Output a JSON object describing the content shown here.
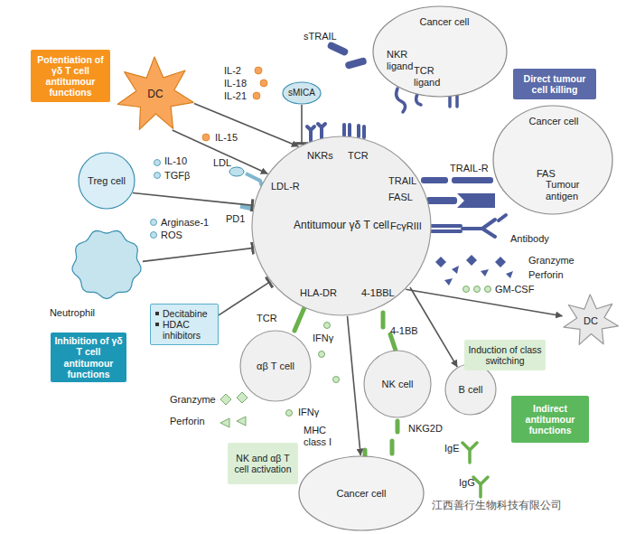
{
  "diagram": {
    "nodes": [
      {
        "text": [
          "Potentiation of γδ T cell antitumour functions"
        ]
      },
      {
        "text": [
          "DC"
        ]
      },
      {
        "text": [
          "Treg cell"
        ]
      },
      {
        "text": [
          "Neutrophil"
        ]
      },
      {
        "text": [
          "Inhibition of γδ T cell antitumour functions"
        ]
      },
      {
        "text": [
          "Decitabine",
          "HDAC inhibitors"
        ]
      },
      {
        "text": [
          "sMICA"
        ]
      },
      {
        "text": [
          "Cancer cell"
        ]
      },
      {
        "text": [
          "Direct tumour cell killing"
        ]
      },
      {
        "text": [
          "Cancer cell"
        ]
      },
      {
        "text": [
          "Antitumour γδ T cell"
        ]
      },
      {
        "text": [
          "DC"
        ]
      },
      {
        "text": [
          "αβ T cell"
        ]
      },
      {
        "text": [
          "NK cell"
        ]
      },
      {
        "text": [
          "B cell"
        ]
      },
      {
        "text": [
          "Induction of class switching"
        ]
      },
      {
        "text": [
          "Indirect antitumour functions"
        ]
      },
      {
        "text": [
          "NK and αβ T cell activation"
        ]
      },
      {
        "text": [
          "Cancer cell"
        ]
      }
    ],
    "edges": [
      {
        "from": 1,
        "to": 10,
        "arrow": "to"
      },
      {
        "from": 1,
        "to": 10,
        "arrow": "to"
      },
      {
        "from": 2,
        "to": 10,
        "arrow": "to"
      },
      {
        "from": 3,
        "to": 10,
        "arrow": "to"
      },
      {
        "from": 5,
        "to": 10,
        "arrow": "to"
      },
      {
        "from": 6,
        "to": 10,
        "arrow": "to"
      },
      {
        "from": 10,
        "to": 11,
        "arrow": "to"
      },
      {
        "from": 10,
        "to": 14,
        "arrow": "to"
      },
      {
        "from": 10,
        "to": 18,
        "arrow": "to"
      }
    ],
    "labels": [
      "IL-2",
      "IL-18",
      "IL-21",
      "IL-15",
      "sTRAIL",
      "NKR ligand",
      "TCR ligand",
      "NKRs",
      "TCR",
      "LDL",
      "LDL-R",
      "IL-10",
      "TGFβ",
      "PD1",
      "Arginase-1",
      "ROS",
      "TRAIL",
      "FASL",
      "TRAIL-R",
      "FAS",
      "Tumour antigen",
      "FcγRIII",
      "Antibody",
      "Granzyme",
      "Perforin",
      "GM-CSF",
      "HLA-DR",
      "4-1BBL",
      "TCR",
      "IFNγ",
      "4-1BB",
      "Granzyme",
      "Perforin",
      "IFNγ",
      "NKG2D",
      "MHC class I",
      "IgE",
      "IgG",
      "江西善行生物科技有限公司"
    ]
  }
}
